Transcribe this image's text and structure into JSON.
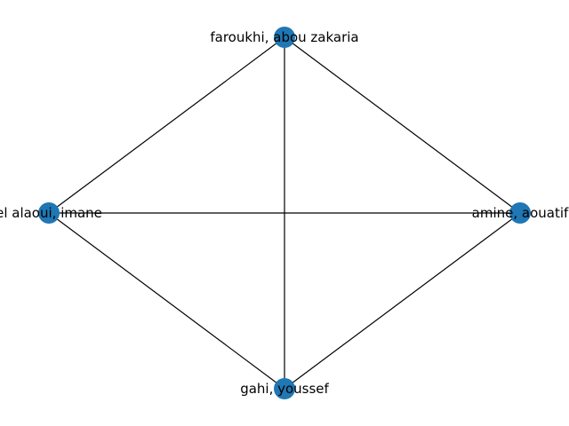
{
  "graph": {
    "node_color": "#1f77b4",
    "edge_color": "#000000",
    "nodes": [
      {
        "id": "farouk",
        "label": "faroukhi, abou zakaria"
      },
      {
        "id": "amine",
        "label": "amine, aouatif"
      },
      {
        "id": "gahi",
        "label": "gahi, youssef"
      },
      {
        "id": "alaoui",
        "label": "el alaoui, imane"
      }
    ],
    "edges": [
      [
        "farouk",
        "alaoui"
      ],
      [
        "farouk",
        "amine"
      ],
      [
        "farouk",
        "gahi"
      ],
      [
        "alaoui",
        "amine"
      ],
      [
        "alaoui",
        "gahi"
      ],
      [
        "amine",
        "gahi"
      ]
    ]
  }
}
